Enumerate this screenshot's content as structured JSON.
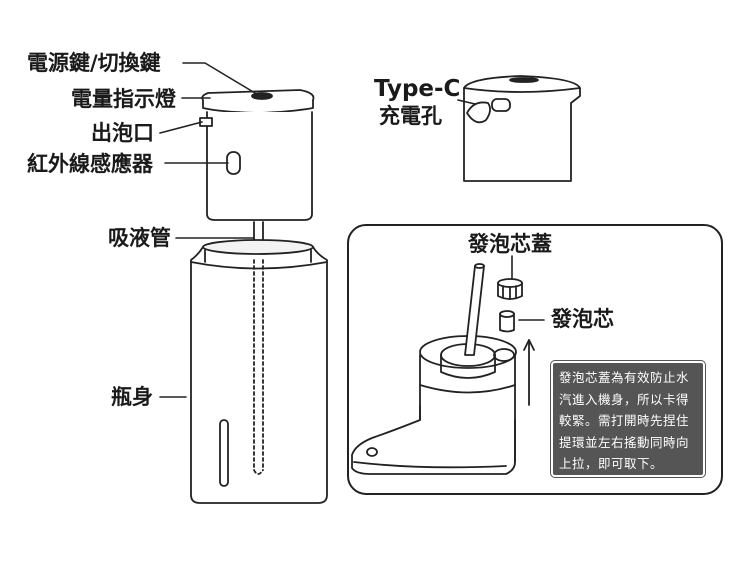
{
  "labels": {
    "power_switch": "電源鍵/切換鍵",
    "battery_indicator": "電量指示燈",
    "foam_outlet": "出泡口",
    "ir_sensor": "紅外線感應器",
    "suction_tube": "吸液管",
    "bottle": "瓶身",
    "typec_line1": "Type-C",
    "typec_line2": "充電孔",
    "foam_core_cap": "發泡芯蓋",
    "foam_core": "發泡芯"
  },
  "note": {
    "text": "發泡芯蓋為有效防止水汽進入機身，所以卡得較緊。需打開時先捏住提環並左右搖動同時向上拉，即可取下。"
  }
}
